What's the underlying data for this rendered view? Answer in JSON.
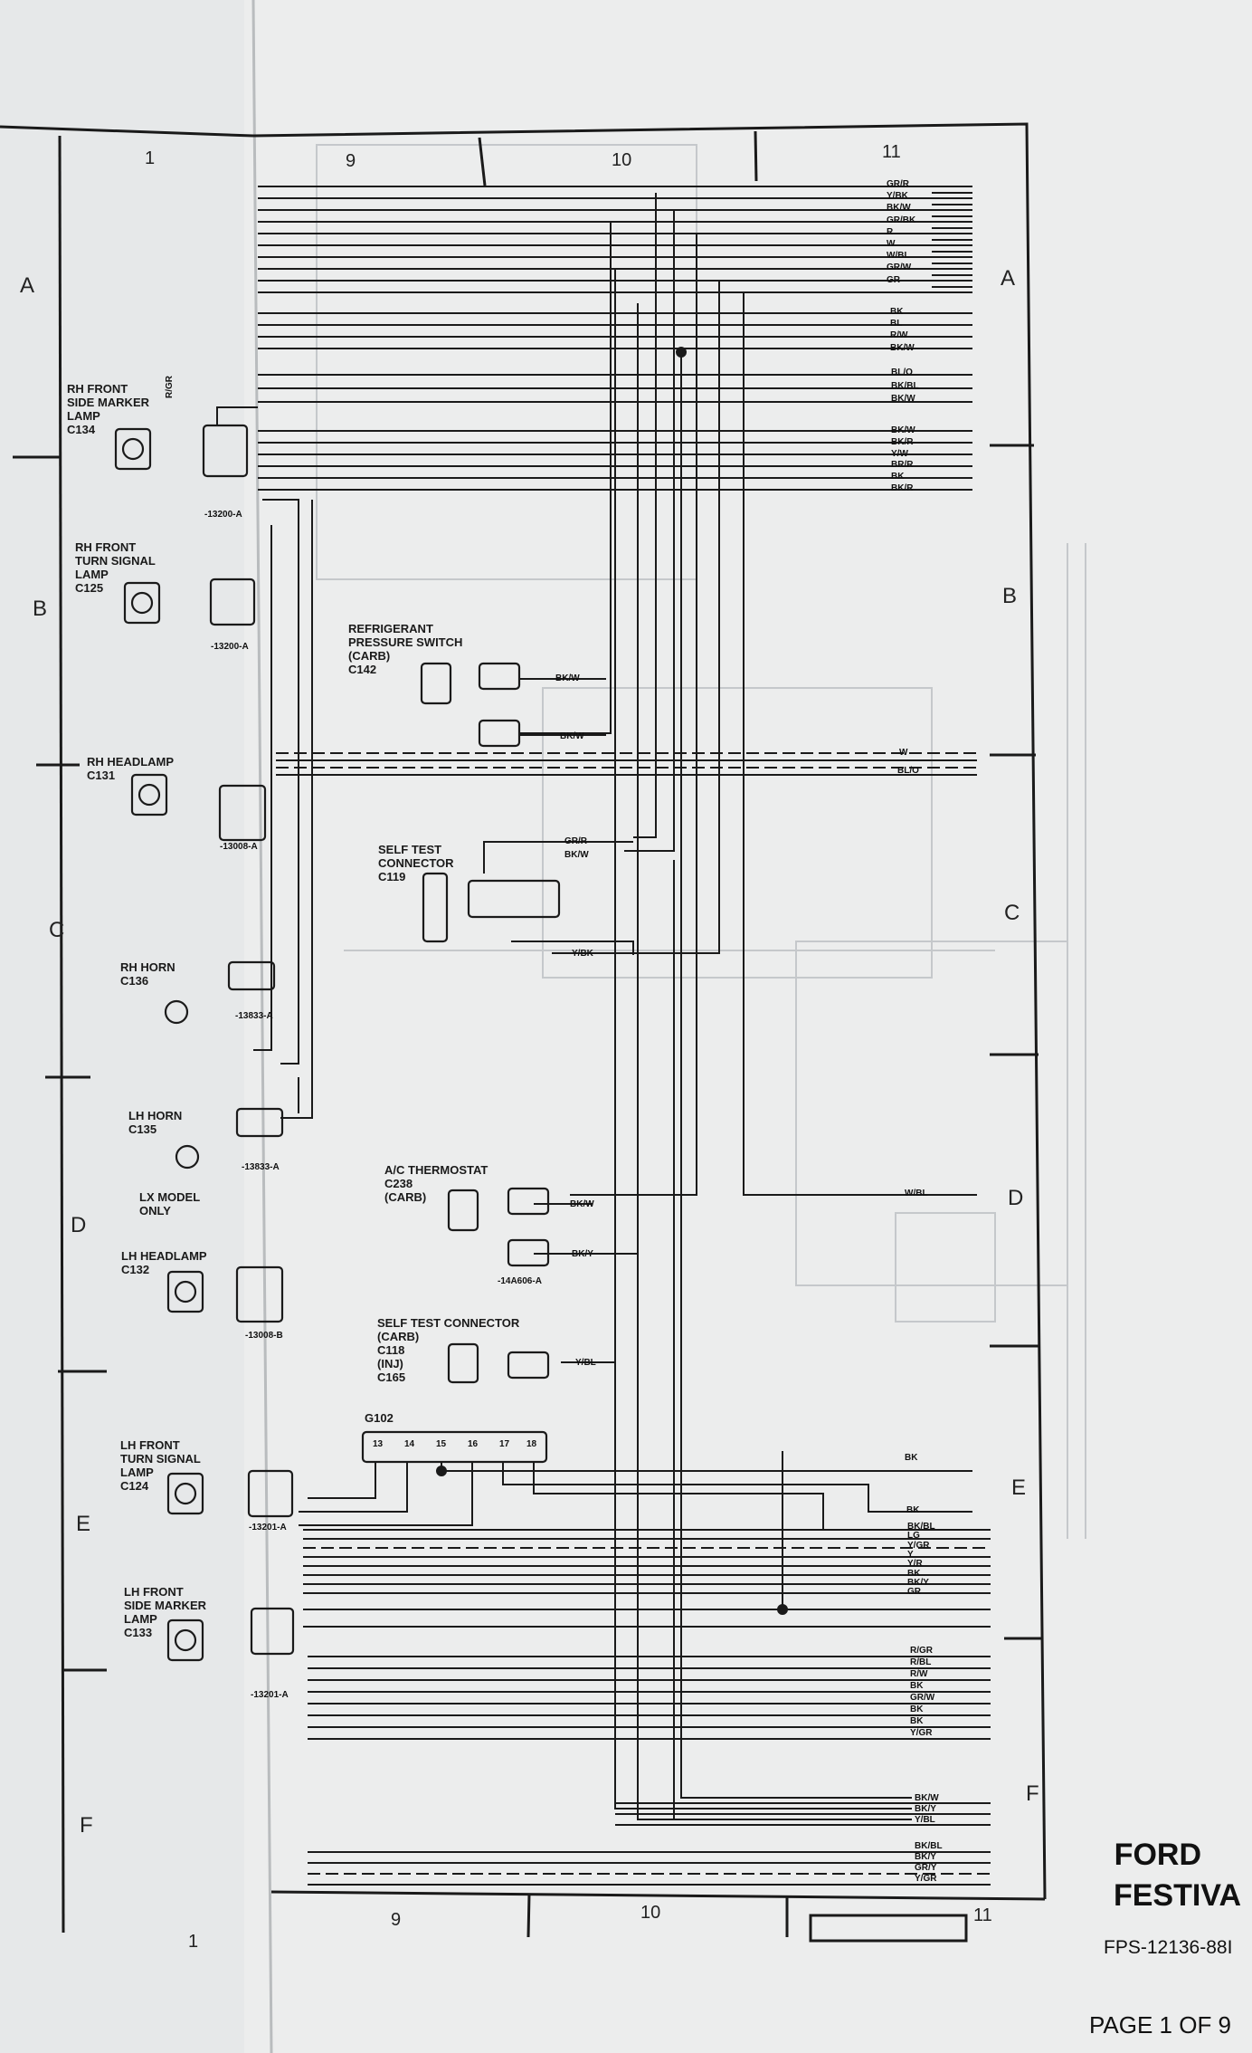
{
  "grid": {
    "top_columns": [
      "1",
      "9",
      "10",
      "11"
    ],
    "bottom_columns": [
      "1",
      "9",
      "10",
      "11"
    ],
    "rows_left": [
      "A",
      "B",
      "C",
      "D",
      "E",
      "F"
    ],
    "rows_right": [
      "A",
      "B",
      "C",
      "D",
      "E",
      "F"
    ]
  },
  "components": {
    "rh_front_side_marker": "RH FRONT\nSIDE MARKER\nLAMP\nC134",
    "rh_front_turn": "RH FRONT\nTURN SIGNAL\nLAMP\nC125",
    "rh_headlamp": "RH HEADLAMP\nC131",
    "rh_horn": "RH HORN\nC136",
    "lh_horn": "LH HORN\nC135",
    "lx_model": "LX MODEL\nONLY",
    "lh_headlamp": "LH HEADLAMP\nC132",
    "lh_front_turn": "LH FRONT\nTURN SIGNAL\nLAMP\nC124",
    "lh_front_side_marker": "LH FRONT\nSIDE MARKER\nLAMP\nC133",
    "refrigerant_switch": "REFRIGERANT\nPRESSURE SWITCH\n(CARB)\nC142",
    "self_test_c119": "SELF TEST\nCONNECTOR\nC119",
    "ac_thermostat": "A/C THERMOSTAT\nC238\n(CARB)",
    "self_test_c118": "SELF TEST CONNECTOR\n(CARB)\nC118\n(INJ)\nC165",
    "ground_g102": "G102"
  },
  "part_numbers": {
    "p13200a_1": "-13200-A",
    "p13200a_2": "-13200-A",
    "p13008a": "-13008-A",
    "p13833a_1": "-13833-A",
    "p13833a_2": "-13833-A",
    "p13008b": "-13008-B",
    "p14a606a": "-14A606-A",
    "p13201a_1": "-13201-A",
    "p13201a_2": "-13201-A"
  },
  "ground_pins": [
    "13",
    "14",
    "15",
    "16",
    "17",
    "18"
  ],
  "wires_right_group1": [
    "GR/R",
    "Y/BK",
    "BK/W",
    "GR/BK",
    "R",
    "W",
    "W/BL",
    "GR/W",
    "GR"
  ],
  "wires_right_group2": [
    "BK",
    "BL",
    "R/W",
    "BK/W"
  ],
  "wires_right_group3": [
    "BL/O",
    "BK/BL",
    "BK/W"
  ],
  "wires_right_group4": [
    "BK/W",
    "BK/R",
    "Y/W",
    "BR/R",
    "BK",
    "BK/R"
  ],
  "wire_labels_mid": {
    "refrig_1": "BK/W",
    "refrig_2": "BK/W",
    "dashed_w": "W",
    "dashed_blo": "BL/O",
    "c119_grr": "GR/R",
    "c119_bkw": "BK/W",
    "c119_ybk": "Y/BK",
    "wbl_d": "W/BL",
    "thermo_bkw": "BK/W",
    "thermo_bky": "BK/Y",
    "selftest_ybl": "Y/BL",
    "g102_bk1": "BK",
    "g102_bk2": "BK"
  },
  "wires_right_group5": [
    "BK/BL",
    "LG",
    "Y/GR",
    "Y",
    "Y/R",
    "BK",
    "BK/Y",
    "GR"
  ],
  "wires_right_group6": [
    "R/GR",
    "R/BL",
    "R/W",
    "BK",
    "GR/W",
    "BK",
    "BK",
    "Y/GR"
  ],
  "wires_right_group7": [
    "BK/W",
    "BK/Y",
    "Y/BL"
  ],
  "wires_right_group8": [
    "BK/BL",
    "BK/Y",
    "GR/Y",
    "Y/GR"
  ],
  "wire_rgr_vertical": "R/GR",
  "title": {
    "brand": "FORD",
    "model": "FESTIVA",
    "doc_number": "FPS-12136-88I",
    "page": "PAGE 1 OF 9"
  },
  "colors": {
    "paper": "#eceded",
    "background": "#cfd2d4",
    "ink": "#1a1a1a",
    "ghost": "#bfc3c6"
  }
}
